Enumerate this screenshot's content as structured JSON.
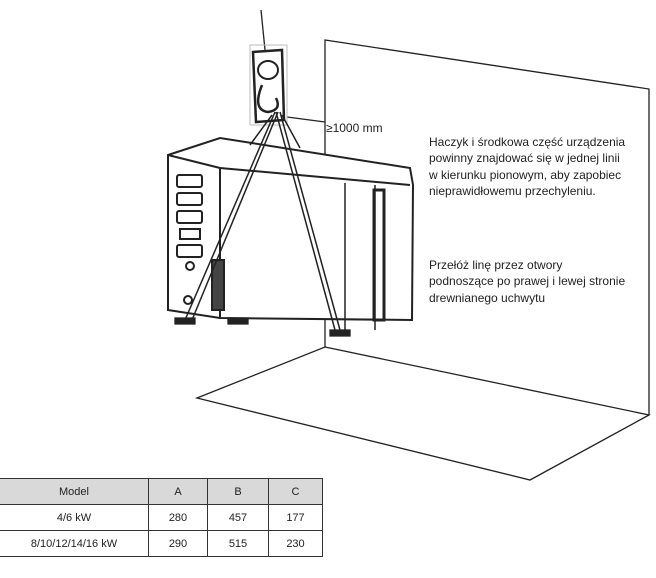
{
  "diagram": {
    "clearance_label": "≥1000 mm",
    "instruction_1": "Haczyk i środkowa część urządzenia powinny znajdować się w jednej linii w kierunku pionowym, aby zapobiec nieprawidłowemu przechyleniu.",
    "instruction_2": "Przełóż linę przez otwory podnoszące po prawej i lewej stronie drewnianego uchwytu"
  },
  "table": {
    "headers": [
      "Model",
      "A",
      "B",
      "C"
    ],
    "rows": [
      [
        "4/6 kW",
        "280",
        "457",
        "177"
      ],
      [
        "8/10/12/14/16 kW",
        "290",
        "515",
        "230"
      ]
    ]
  }
}
